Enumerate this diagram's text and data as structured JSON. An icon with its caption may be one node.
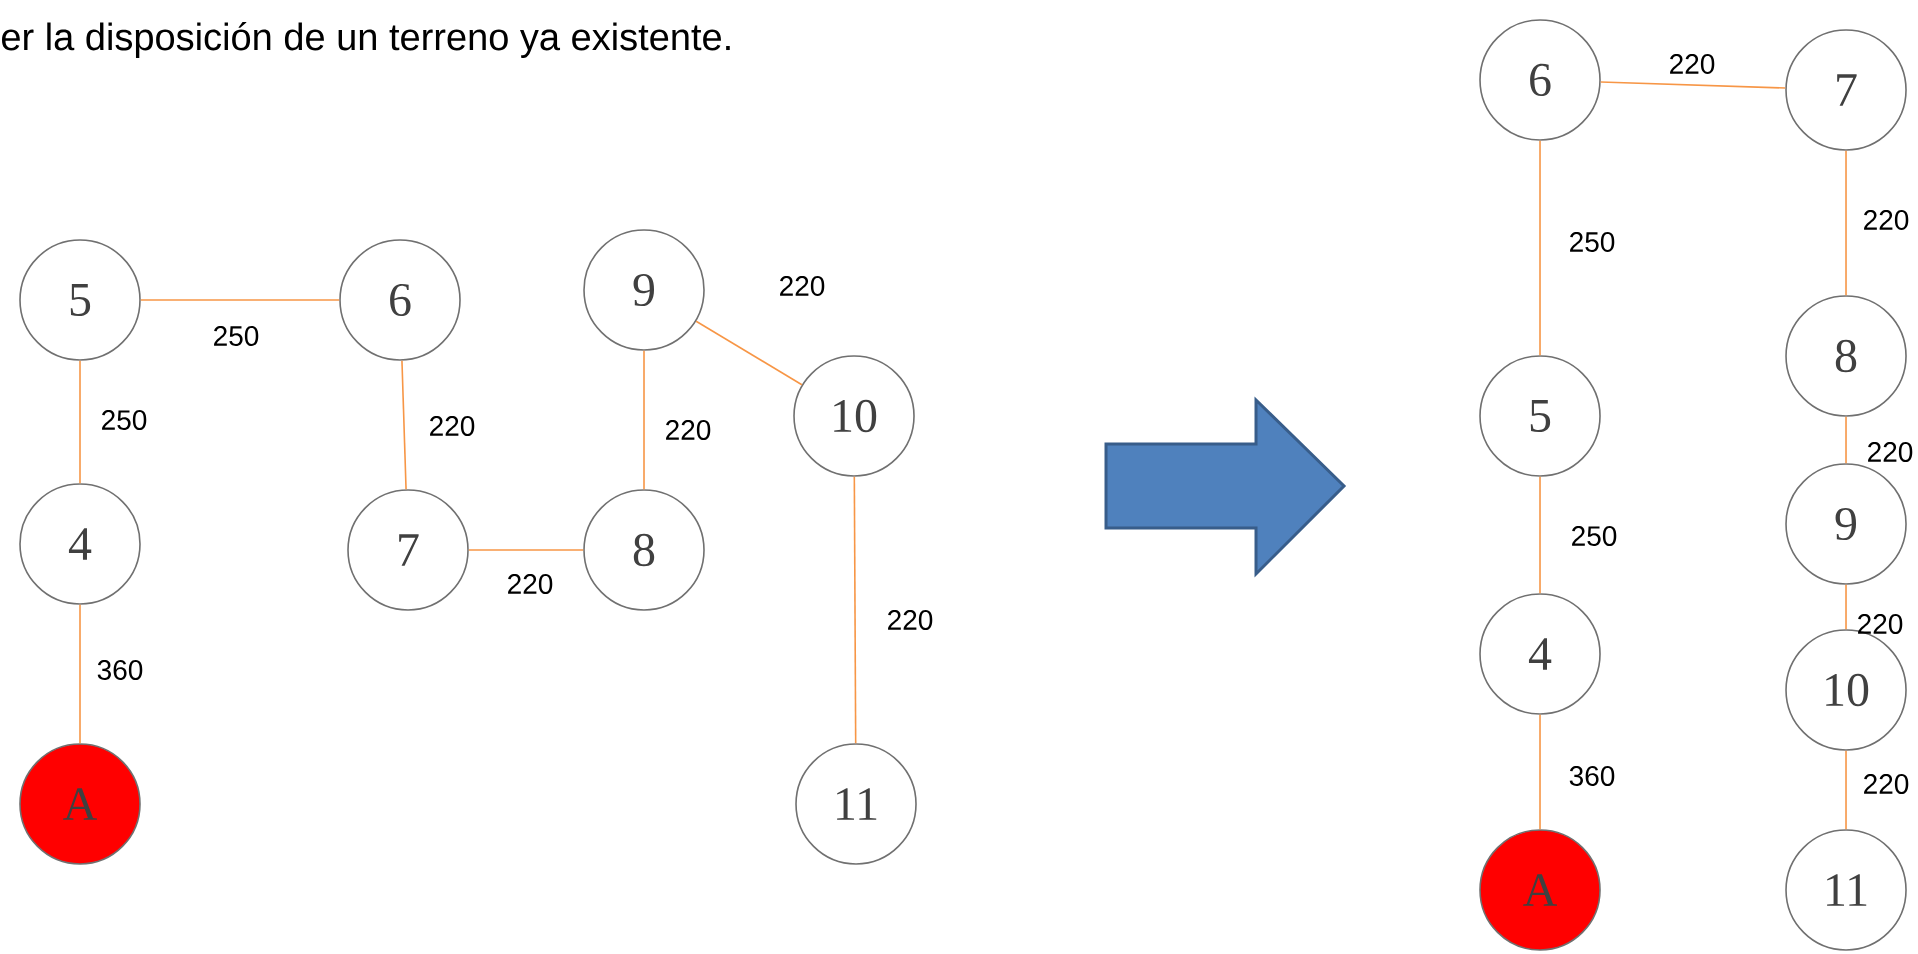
{
  "diagram": {
    "title": "er la disposición de un terreno ya existente.",
    "nodes": [
      {
        "text": [
          "5"
        ]
      },
      {
        "text": [
          "6"
        ]
      },
      {
        "text": [
          "9"
        ]
      },
      {
        "text": [
          "10"
        ]
      },
      {
        "text": [
          "4"
        ]
      },
      {
        "text": [
          "7"
        ]
      },
      {
        "text": [
          "8"
        ]
      },
      {
        "text": [
          "A"
        ]
      },
      {
        "text": [
          "11"
        ]
      },
      {
        "text": [
          "6"
        ]
      },
      {
        "text": [
          "7"
        ]
      },
      {
        "text": [
          "8"
        ]
      },
      {
        "text": [
          "5"
        ]
      },
      {
        "text": [
          "9"
        ]
      },
      {
        "text": [
          "10"
        ]
      },
      {
        "text": [
          "4"
        ]
      },
      {
        "text": [
          "A"
        ]
      },
      {
        "text": [
          "11"
        ]
      }
    ],
    "edges": [
      {
        "from": 0,
        "to": 1,
        "arrow": "none",
        "label": "250"
      },
      {
        "from": 0,
        "to": 4,
        "arrow": "none",
        "label": "250"
      },
      {
        "from": 4,
        "to": 7,
        "arrow": "none",
        "label": "360"
      },
      {
        "from": 1,
        "to": 5,
        "arrow": "none",
        "label": "220"
      },
      {
        "from": 5,
        "to": 6,
        "arrow": "none",
        "label": "220"
      },
      {
        "from": 2,
        "to": 6,
        "arrow": "none",
        "label": "220"
      },
      {
        "from": 2,
        "to": 3,
        "arrow": "none",
        "label": "220"
      },
      {
        "from": 3,
        "to": 8,
        "arrow": "none",
        "label": "220"
      },
      {
        "from": 9,
        "to": 10,
        "arrow": "none",
        "label": "220"
      },
      {
        "from": 9,
        "to": 12,
        "arrow": "none",
        "label": "250"
      },
      {
        "from": 12,
        "to": 15,
        "arrow": "none",
        "label": "250"
      },
      {
        "from": 15,
        "to": 16,
        "arrow": "none",
        "label": "360"
      },
      {
        "from": 10,
        "to": 11,
        "arrow": "none",
        "label": "220"
      },
      {
        "from": 11,
        "to": 13,
        "arrow": "none",
        "label": "220"
      },
      {
        "from": 13,
        "to": 14,
        "arrow": "none",
        "label": "220"
      },
      {
        "from": 14,
        "to": 17,
        "arrow": "none",
        "label": "220"
      }
    ]
  }
}
